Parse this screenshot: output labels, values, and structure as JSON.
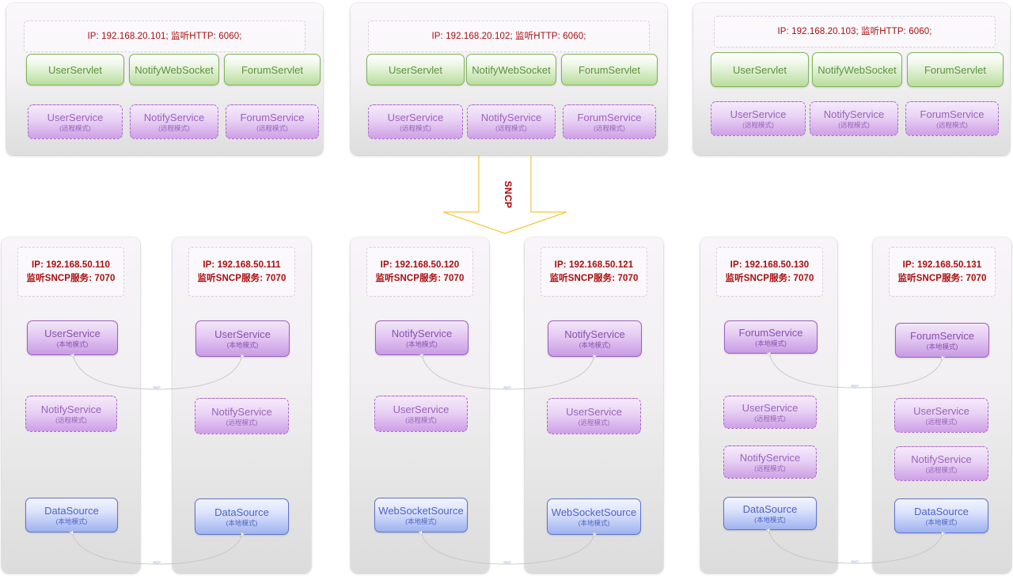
{
  "diagram": {
    "protocol_label": "SNCP",
    "link_label": "SNCP",
    "colors": {
      "header_text": "#a80d0d",
      "green_border": "#7fb35b",
      "purple_border": "#9b5fc0",
      "blue_border": "#5f74c9",
      "arrow": "#f5c842"
    }
  },
  "web_nodes": [
    {
      "header": "IP: 192.168.20.101;  监听HTTP: 6060;",
      "servlets": [
        "UserServlet",
        "NotifyWebSocket",
        "ForumServlet"
      ],
      "services": [
        {
          "name": "UserService",
          "mode": "(远程模式)"
        },
        {
          "name": "NotifyService",
          "mode": "(远程模式)"
        },
        {
          "name": "ForumService",
          "mode": "(远程模式)"
        }
      ]
    },
    {
      "header": "IP: 192.168.20.102;  监听HTTP: 6060;",
      "servlets": [
        "UserServlet",
        "NotifyWebSocket",
        "ForumServlet"
      ],
      "services": [
        {
          "name": "UserService",
          "mode": "(远程模式)"
        },
        {
          "name": "NotifyService",
          "mode": "(远程模式)"
        },
        {
          "name": "ForumService",
          "mode": "(远程模式)"
        }
      ]
    },
    {
      "header": "IP: 192.168.20.103;  监听HTTP: 6060;",
      "servlets": [
        "UserServlet",
        "NotifyWebSocket",
        "ForumServlet"
      ],
      "services": [
        {
          "name": "UserService",
          "mode": "(远程模式)"
        },
        {
          "name": "NotifyService",
          "mode": "(远程模式)"
        },
        {
          "name": "ForumService",
          "mode": "(远程模式)"
        }
      ]
    }
  ],
  "service_nodes": [
    {
      "ip": "IP: 192.168.50.110",
      "port": "监听SNCP服务: 7070",
      "components": [
        {
          "name": "UserService",
          "mode": "(本地模式)",
          "style": "purple-solid"
        },
        {
          "name": "NotifyService",
          "mode": "(远程模式)",
          "style": "purple-dash"
        },
        {
          "name": "DataSource",
          "mode": "(本地模式)",
          "style": "blue"
        }
      ]
    },
    {
      "ip": "IP: 192.168.50.111",
      "port": "监听SNCP服务: 7070",
      "components": [
        {
          "name": "UserService",
          "mode": "(本地模式)",
          "style": "purple-solid"
        },
        {
          "name": "NotifyService",
          "mode": "(远程模式)",
          "style": "purple-dash"
        },
        {
          "name": "DataSource",
          "mode": "(本地模式)",
          "style": "blue"
        }
      ]
    },
    {
      "ip": "IP: 192.168.50.120",
      "port": "监听SNCP服务: 7070",
      "components": [
        {
          "name": "NotifyService",
          "mode": "(本地模式)",
          "style": "purple-solid"
        },
        {
          "name": "UserService",
          "mode": "(远程模式)",
          "style": "purple-dash"
        },
        {
          "name": "WebSocketSource",
          "mode": "(本地模式)",
          "style": "blue"
        }
      ]
    },
    {
      "ip": "IP: 192.168.50.121",
      "port": "监听SNCP服务: 7070",
      "components": [
        {
          "name": "NotifyService",
          "mode": "(本地模式)",
          "style": "purple-solid"
        },
        {
          "name": "UserService",
          "mode": "(远程模式)",
          "style": "purple-dash"
        },
        {
          "name": "WebSocketSource",
          "mode": "(本地模式)",
          "style": "blue"
        }
      ]
    },
    {
      "ip": "IP: 192.168.50.130",
      "port": "监听SNCP服务: 7070",
      "components": [
        {
          "name": "ForumService",
          "mode": "(本地模式)",
          "style": "purple-solid"
        },
        {
          "name": "UserService",
          "mode": "(远程模式)",
          "style": "purple-dash"
        },
        {
          "name": "NotifyService",
          "mode": "(远程模式)",
          "style": "purple-dash"
        },
        {
          "name": "DataSource",
          "mode": "(本地模式)",
          "style": "blue"
        }
      ]
    },
    {
      "ip": "IP: 192.168.50.131",
      "port": "监听SNCP服务: 7070",
      "components": [
        {
          "name": "ForumService",
          "mode": "(本地模式)",
          "style": "purple-solid"
        },
        {
          "name": "UserService",
          "mode": "(远程模式)",
          "style": "purple-dash"
        },
        {
          "name": "NotifyService",
          "mode": "(远程模式)",
          "style": "purple-dash"
        },
        {
          "name": "DataSource",
          "mode": "(本地模式)",
          "style": "blue"
        }
      ]
    }
  ]
}
